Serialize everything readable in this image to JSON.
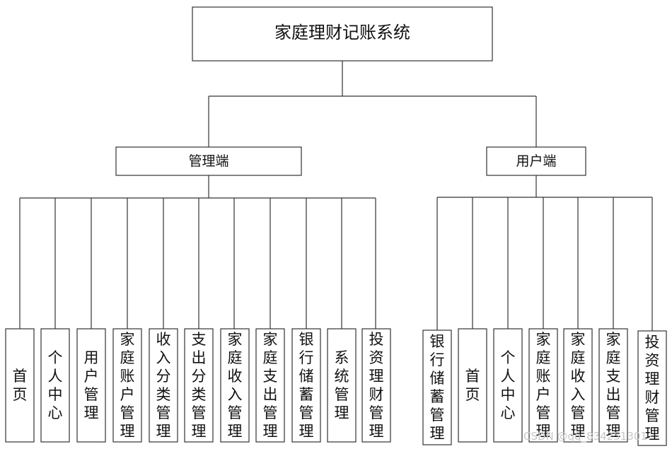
{
  "root": {
    "label": "家庭理财记账系统"
  },
  "branches": [
    {
      "label": "管理端",
      "children": [
        "首页",
        "个人中心",
        "用户管理",
        "家庭账户管理",
        "收入分类管理",
        "支出分类管理",
        "家庭收入管理",
        "家庭支出管理",
        "银行储蓄管理",
        "系统管理",
        "投资理财管理"
      ]
    },
    {
      "label": "用户端",
      "children": [
        "银行储蓄管理",
        "首页",
        "个人中心",
        "家庭账户管理",
        "家庭收入管理",
        "家庭支出管理",
        "投资理财管理"
      ]
    }
  ],
  "watermark": "CSDN @qq_834251301"
}
